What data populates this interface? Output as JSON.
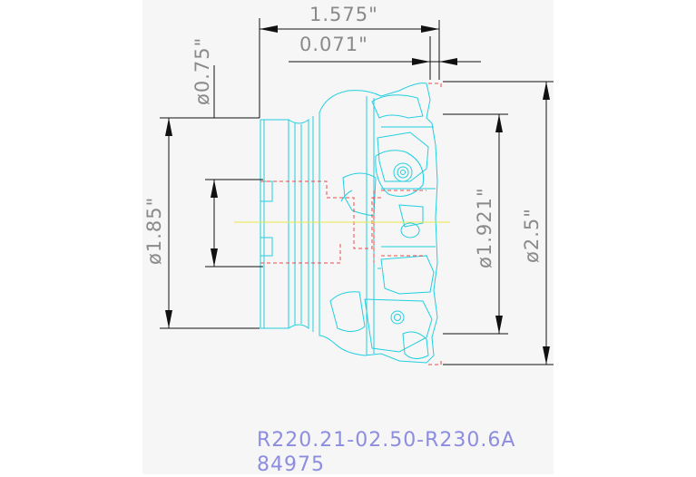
{
  "dimensions": {
    "overall_length": "1.575\"",
    "flange": "0.071\"",
    "bore": "ø0.75\"",
    "hub_diameter": "ø1.85\"",
    "body_diameter": "ø1.921\"",
    "cutting_diameter": "ø2.5\""
  },
  "part": {
    "number": "R220.21-02.50-R230.6A",
    "code": "84975"
  },
  "colors": {
    "outline": "#22cfe0",
    "hidden_line": "#f04a4a",
    "center_line": "#e8e84a",
    "dimension_text": "#8a8a8a",
    "part_text": "#8d8de0"
  }
}
